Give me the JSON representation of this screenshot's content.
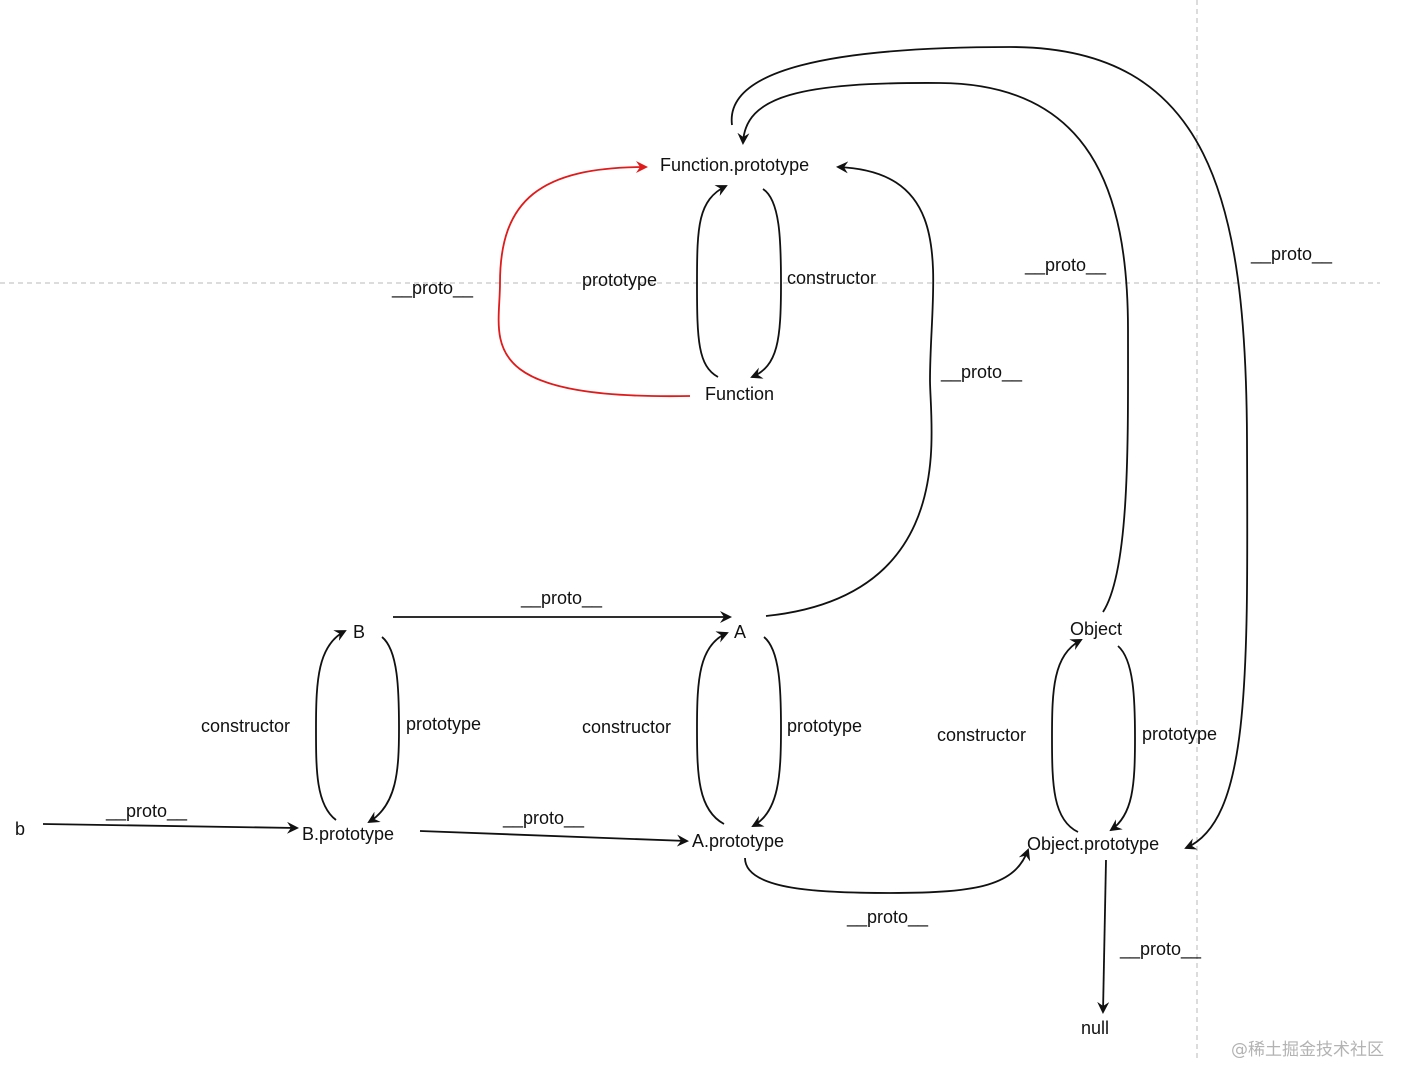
{
  "colors": {
    "line": "#111111",
    "highlight": "#e01b1b",
    "guide": "#b8b8b8",
    "watermark": "#b3b3b3"
  },
  "nodes": {
    "function_prototype": "Function.prototype",
    "function": "Function",
    "object": "Object",
    "object_prototype": "Object.prototype",
    "a": "A",
    "a_prototype": "A.prototype",
    "b_ctor": "B",
    "b_prototype": "B.prototype",
    "b_instance": "b",
    "null": "null"
  },
  "edge_labels": {
    "proto": "__proto__",
    "prototype": "prototype",
    "constructor": "constructor"
  },
  "watermark": "@稀土掘金技术社区"
}
